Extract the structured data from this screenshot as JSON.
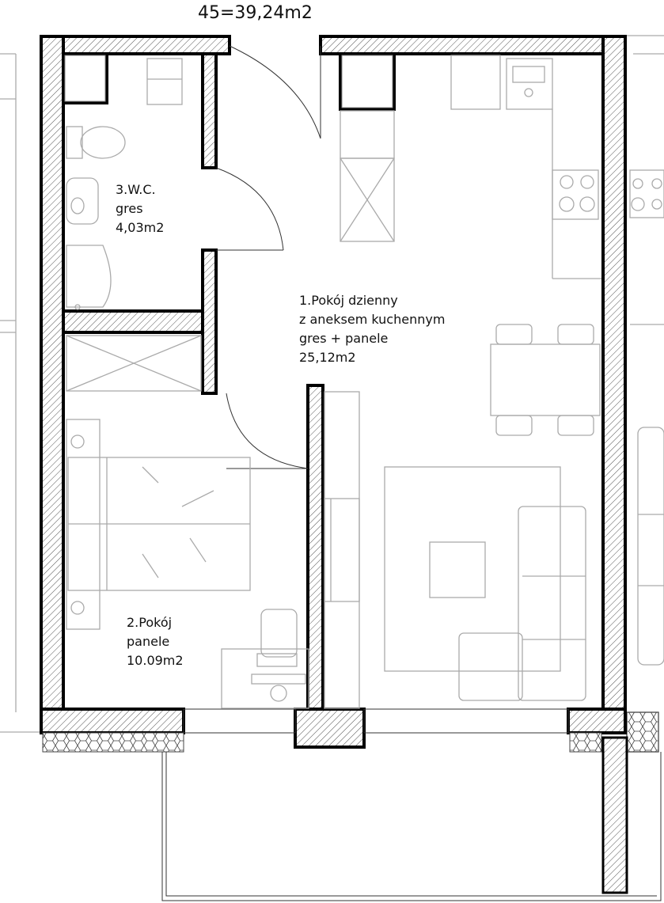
{
  "plan": {
    "title": "45=39,24m2",
    "rooms": [
      {
        "name": "1.Pokój dzienny",
        "subtitle": "z aneksem kuchennym",
        "floor": "gres + panele",
        "area": "25,12m2"
      },
      {
        "name": "2.Pokój",
        "floor": "panele",
        "area": "10.09m2"
      },
      {
        "name": "3.W.C.",
        "floor": "gres",
        "area": "4,03m2"
      }
    ],
    "colors": {
      "wall": "#000000",
      "furniture": "#aaaaaa"
    }
  }
}
